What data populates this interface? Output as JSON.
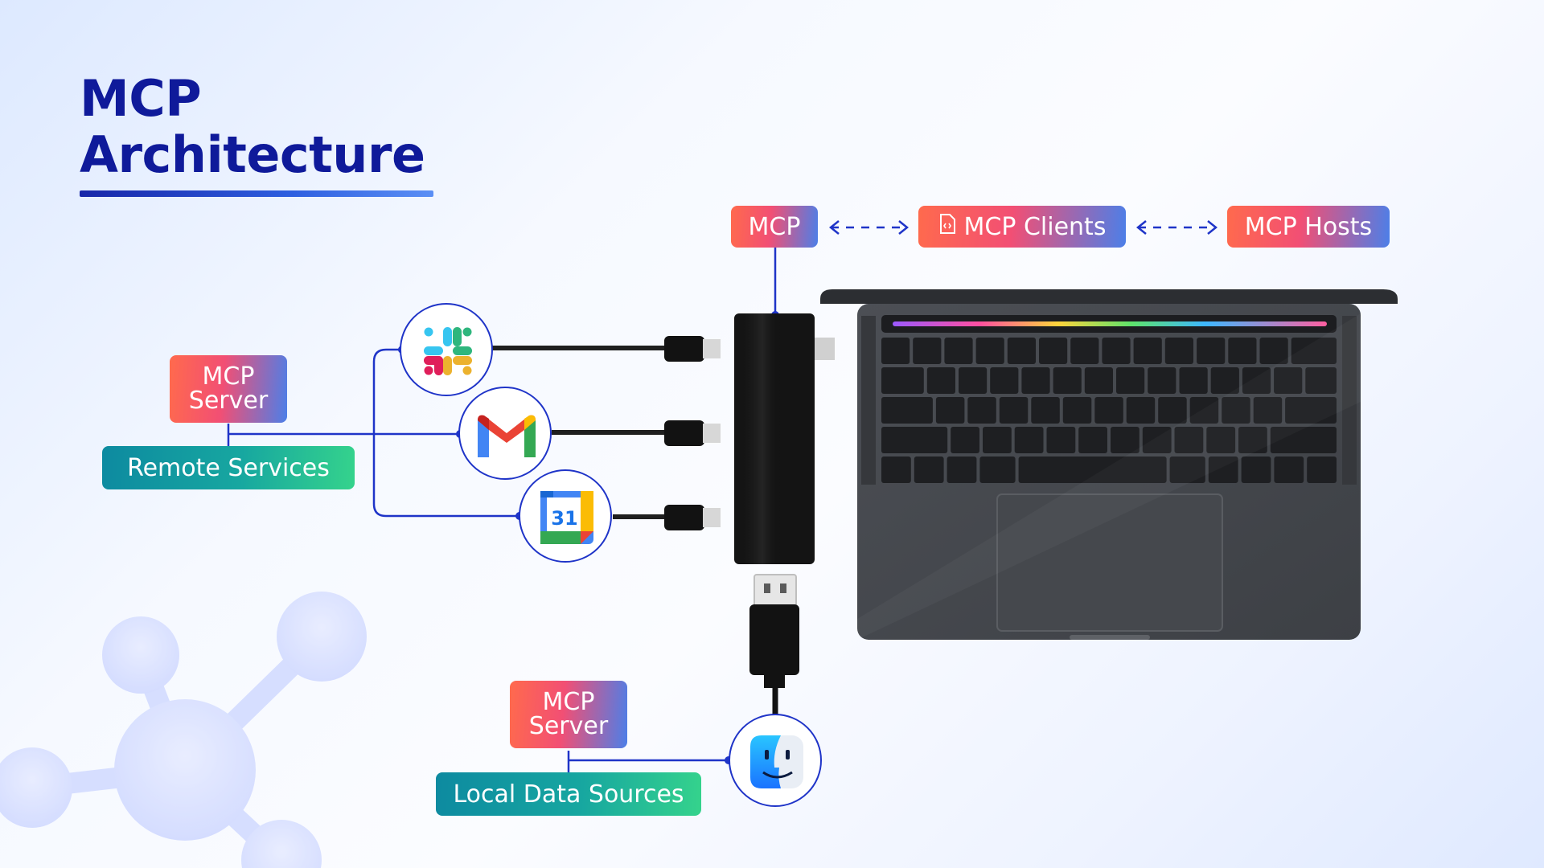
{
  "title": {
    "line1": "MCP",
    "line2": "Architecture"
  },
  "top_row": {
    "mcp": "MCP",
    "clients": "MCP Clients",
    "hosts": "MCP Hosts"
  },
  "remote": {
    "server_line1": "MCP",
    "server_line2": "Server",
    "label": "Remote Services"
  },
  "local": {
    "server_line1": "MCP",
    "server_line2": "Server",
    "label": "Local Data Sources"
  },
  "icons": {
    "slack": "slack-icon",
    "gmail": "gmail-icon",
    "calendar": "google-calendar-icon",
    "calendar_day": "31",
    "finder": "finder-icon",
    "laptop": "laptop-icon",
    "hub": "usb-hub-icon",
    "molecule": "molecule-icon",
    "doc": "document-code-icon"
  },
  "colors": {
    "title": "#0f1a9a",
    "connector": "#1f34c8",
    "badge_warm_start": "#ff6a4d",
    "badge_warm_end": "#4c7fe8",
    "badge_teal_start": "#0d8aa0",
    "badge_teal_end": "#35d38c"
  }
}
